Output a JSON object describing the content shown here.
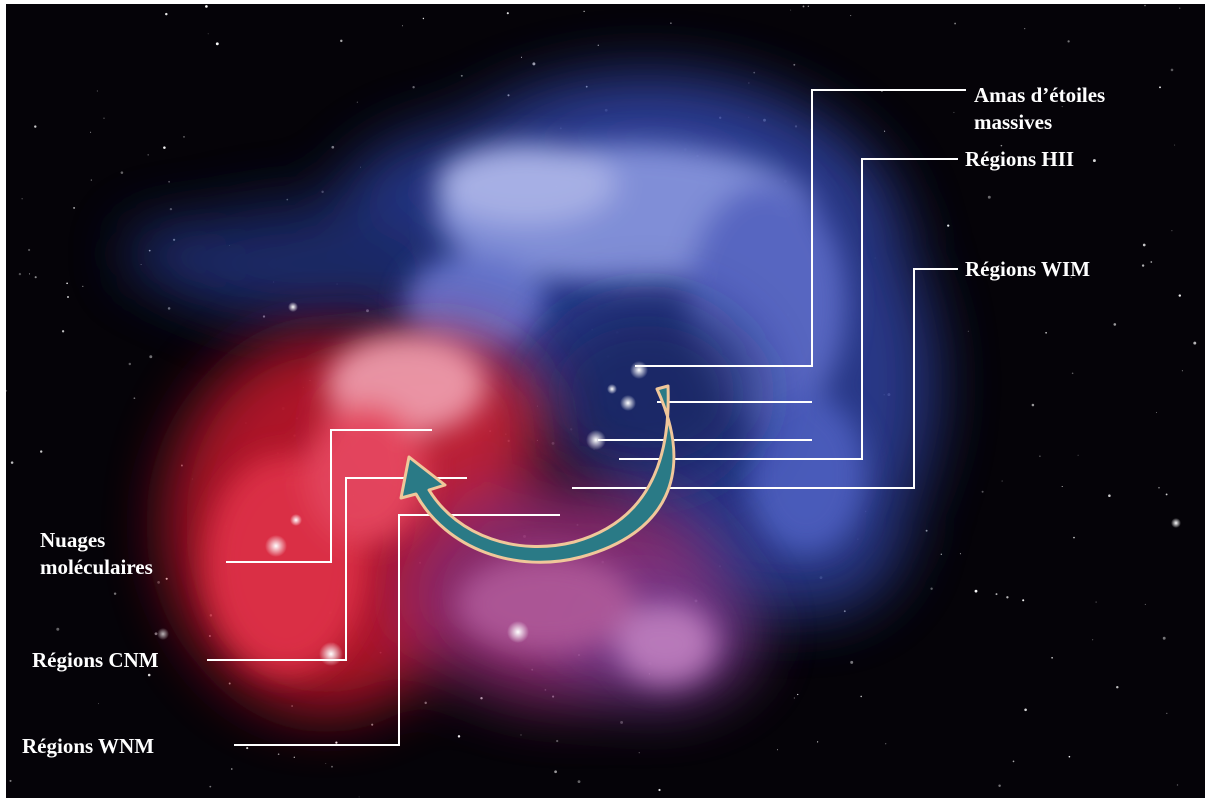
{
  "labels": {
    "amas_line1": "Amas d’étoiles",
    "amas_line2": "massives",
    "hii": "Régions HII",
    "wim": "Régions WIM",
    "nuages_line1": "Nuages",
    "nuages_line2": "moléculaires",
    "cnm": "Régions CNM",
    "wnm": "Régions WNM"
  },
  "colors": {
    "background": "#050308",
    "cold_gas": "#e0203a",
    "ionized_gas": "#3a52c8",
    "arrow_fill": "#2a7a86",
    "arrow_outline": "#f0c79a",
    "leader_lines": "#ffffff"
  }
}
